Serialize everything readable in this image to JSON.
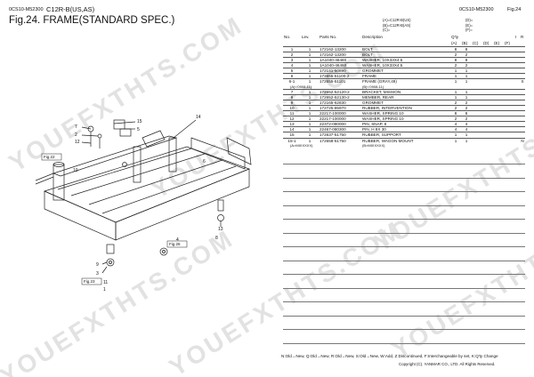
{
  "header": {
    "doc_code": "0CS10-M52300",
    "model": "C12R-B(US,AS)",
    "fig_title": "Fig.24.  FRAME(STANDARD SPEC.)",
    "doc_code_right": "0CS10-M52300",
    "fig_right": "Fig.24"
  },
  "variants": {
    "left": [
      "(A)=C12R-B(US)",
      "(B)=C12R-B(AS)",
      "(C)="
    ],
    "right": [
      "(D)=",
      "(E)=",
      "(F)="
    ]
  },
  "table": {
    "headers": {
      "no": "No.",
      "lev": "Lev.",
      "parts_no": "Parts No.",
      "description": "Description",
      "qty": "Q'ty",
      "i": "I",
      "r": "R",
      "a": "(A)",
      "b": "(B)",
      "c": "(C)",
      "d": "(D)",
      "e": "(E)",
      "f": "(F)"
    },
    "rows": [
      {
        "type": "part",
        "no": "1",
        "lev": "1",
        "parts_no": "172162-13200",
        "desc": "BOLT",
        "a": "8",
        "b": "8",
        "r": ""
      },
      {
        "type": "part",
        "no": "2",
        "lev": "1",
        "parts_no": "172162-13200",
        "desc": "BOLT",
        "a": "2",
        "b": "2",
        "r": ""
      },
      {
        "type": "part",
        "no": "3",
        "lev": "1",
        "parts_no": "1A1040-46460",
        "desc": "WASHER, 10X33X4.5",
        "a": "8",
        "b": "8",
        "r": ""
      },
      {
        "type": "part",
        "no": "4",
        "lev": "1",
        "parts_no": "1A1040-46460",
        "desc": "WASHER, 10X33X4.5",
        "a": "2",
        "b": "2",
        "r": ""
      },
      {
        "type": "part",
        "no": "5",
        "lev": "1",
        "parts_no": "172141-50890",
        "desc": "GROMMET",
        "a": "1",
        "b": "1",
        "r": ""
      },
      {
        "type": "part",
        "no": "6",
        "lev": "1",
        "parts_no": "172655-51100-2",
        "desc": "FRAME",
        "a": "1",
        "b": "1",
        "r": ""
      },
      {
        "type": "part",
        "no": "6-1",
        "lev": "1",
        "parts_no": "172655-51101",
        "desc": "FRAME      (GRAY,49)",
        "a": "1",
        "b": "1",
        "r": "S"
      },
      {
        "type": "note",
        "left": "(A)<'0908-11)",
        "right": "(B)<'0908-11)"
      },
      {
        "type": "part",
        "no": "7",
        "lev": "1",
        "parts_no": "172652-52120-2",
        "desc": "BRACKET, MISSION",
        "a": "1",
        "b": "1",
        "r": ""
      },
      {
        "type": "part",
        "no": "8",
        "lev": "1",
        "parts_no": "172652-52130-2",
        "desc": "MEMBER, REAR",
        "a": "1",
        "b": "1",
        "r": ""
      },
      {
        "type": "part",
        "no": "9",
        "lev": "1",
        "parts_no": "172165-62830",
        "desc": "GROMMET",
        "a": "2",
        "b": "2",
        "r": ""
      },
      {
        "type": "part",
        "no": "10",
        "lev": "1",
        "parts_no": "172725-85970",
        "desc": "RUBBER, INTERVENTION",
        "a": "2",
        "b": "2",
        "r": ""
      },
      {
        "type": "part",
        "no": "11",
        "lev": "1",
        "parts_no": "22217-100000",
        "desc": "WASHER, SPRING 10",
        "a": "8",
        "b": "8",
        "r": ""
      },
      {
        "type": "part",
        "no": "12",
        "lev": "1",
        "parts_no": "22217-100000",
        "desc": "WASHER, SPRING 10",
        "a": "2",
        "b": "2",
        "r": ""
      },
      {
        "type": "part",
        "no": "13",
        "lev": "1",
        "parts_no": "22372-080000",
        "desc": "PIN, SNAP, 8",
        "a": "4",
        "b": "4",
        "r": ""
      },
      {
        "type": "part",
        "no": "14",
        "lev": "1",
        "parts_no": "22467-080300",
        "desc": "PIN, H 8X 30",
        "a": "4",
        "b": "4",
        "r": ""
      },
      {
        "type": "part",
        "no": "15",
        "lev": "1",
        "parts_no": "172637-51750",
        "desc": "RUBBER, SUPPORT",
        "a": "1",
        "b": "1",
        "r": ""
      },
      {
        "type": "part",
        "no": "15-1",
        "lev": "1",
        "parts_no": "172658-51750",
        "desc": "RUBBER, WAGON MOUNT",
        "a": "1",
        "b": "1",
        "r": "N"
      },
      {
        "type": "note",
        "left": "(A>MIXXXXX)",
        "right": "(B>MIXXXXX)"
      }
    ]
  },
  "diagram": {
    "callouts": [
      "1",
      "2",
      "3",
      "4",
      "5",
      "6",
      "7",
      "8",
      "9",
      "10",
      "11",
      "12",
      "13",
      "14",
      "15"
    ],
    "refs": [
      "Fig.22",
      "Fig.26",
      "Fig.23"
    ]
  },
  "watermark": "YOUEFXTHTS.COM",
  "legend": "N:Old→New, Q:Old→New, R:Old→New, S:Old→New, W:Add, Z:Discontinued, F:Interchangeable by set, K:Q'ty Change",
  "copyright": "Copyright (C). YANMAR CO., LTD. All Rights Reserved."
}
